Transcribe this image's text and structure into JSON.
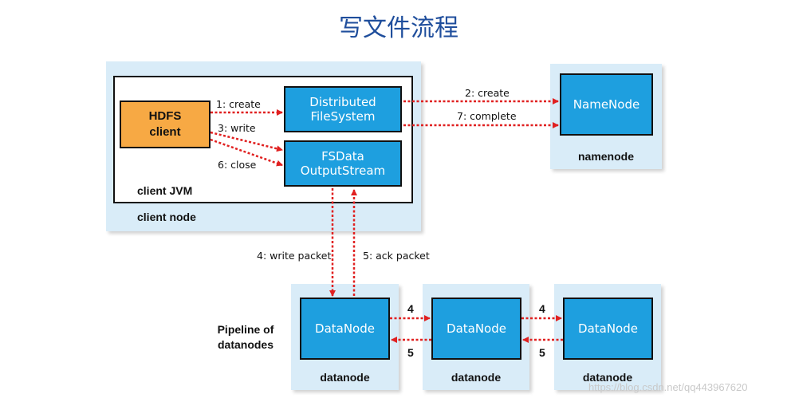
{
  "title": "写文件流程",
  "client_node": {
    "label": "client node",
    "jvm_label": "client JVM",
    "hdfs_client": "HDFS\nclient",
    "distributed_fs": "Distributed\nFileSystem",
    "fsdata_stream": "FSData\nOutputStream"
  },
  "namenode_box": {
    "label": "namenode",
    "inner": "NameNode"
  },
  "edges": {
    "create_1": "1: create",
    "write_3": "3: write",
    "close_6": "6: close",
    "create_2": "2: create",
    "complete_7": "7: complete",
    "write_packet_4": "4: write packet",
    "ack_packet_5": "5: ack packet"
  },
  "pipeline_label": "Pipeline of\ndatanodes",
  "datanodes": [
    {
      "label": "datanode",
      "inner": "DataNode"
    },
    {
      "label": "datanode",
      "inner": "DataNode"
    },
    {
      "label": "datanode",
      "inner": "DataNode"
    }
  ],
  "pipeline_numbers": {
    "forward_1": "4",
    "back_1": "5",
    "forward_2": "4",
    "back_2": "5"
  },
  "watermark": "https://blog.csdn.net/qq443967620",
  "colors": {
    "arrow": "#e02020",
    "box_blue": "#1e9fdf",
    "box_orange": "#f7a944",
    "panel": "#d9ecf8",
    "title": "#1f4e9c"
  }
}
